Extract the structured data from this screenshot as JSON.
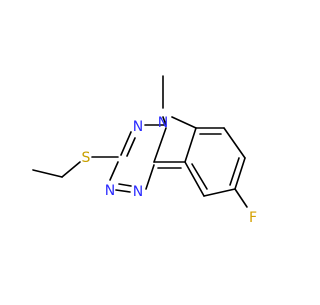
{
  "molecule": {
    "atoms": {
      "N_methyl": "N",
      "methyl_label": "",
      "N_top": "N",
      "S": "S",
      "N_lower_left": "N",
      "N_lower_right": "N",
      "F": "F"
    }
  },
  "colors": {
    "nitrogen": "#2b2bff",
    "sulfur": "#c8a000",
    "fluorine": "#d4a000",
    "bond": "#000000",
    "background": "#ffffff"
  }
}
